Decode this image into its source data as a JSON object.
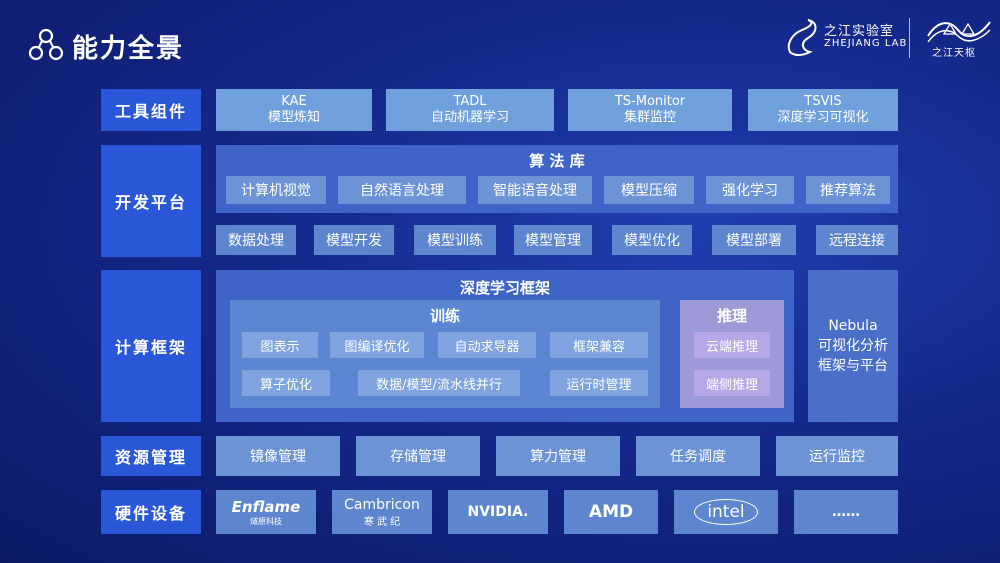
{
  "header": {
    "title": "能力全景",
    "logo1_line1": "之江实验室",
    "logo1_line2": "ZHEJIANG LAB",
    "logo2_text": "之江天枢"
  },
  "row_labels": [
    "工具组件",
    "开发平台",
    "计算框架",
    "资源管理",
    "硬件设备"
  ],
  "tools": [
    {
      "en": "KAE",
      "zh": "模型炼知"
    },
    {
      "en": "TADL",
      "zh": "自动机器学习"
    },
    {
      "en": "TS-Monitor",
      "zh": "集群监控"
    },
    {
      "en": "TSVIS",
      "zh": "深度学习可视化"
    }
  ],
  "dev": {
    "algo_title": "算 法 库",
    "algos": [
      "计算机视觉",
      "自然语言处理",
      "智能语音处理",
      "模型压缩",
      "强化学习",
      "推荐算法"
    ],
    "items": [
      "数据处理",
      "模型开发",
      "模型训练",
      "模型管理",
      "模型优化",
      "模型部署",
      "远程连接"
    ]
  },
  "framework": {
    "title": "深度学习框架",
    "train_title": "训练",
    "train_items": [
      "图表示",
      "图编译优化",
      "自动求导器",
      "框架兼容",
      "算子优化",
      "数据/模型/流水线并行",
      "运行时管理"
    ],
    "infer_title": "推理",
    "infer_items": [
      "云端推理",
      "端侧推理"
    ],
    "nebula": [
      "Nebula",
      "可视化分析",
      "框架与平台"
    ]
  },
  "resources": [
    "镜像管理",
    "存储管理",
    "算力管理",
    "任务调度",
    "运行监控"
  ],
  "hardware": {
    "enflame": "Enflame",
    "enflame_sub": "燧原科技",
    "cambricon": "Cambricon",
    "cambricon_sub": "寒 武 纪",
    "nvidia": "NVIDIA.",
    "amd": "AMD",
    "intel": "intel",
    "more": "……"
  }
}
